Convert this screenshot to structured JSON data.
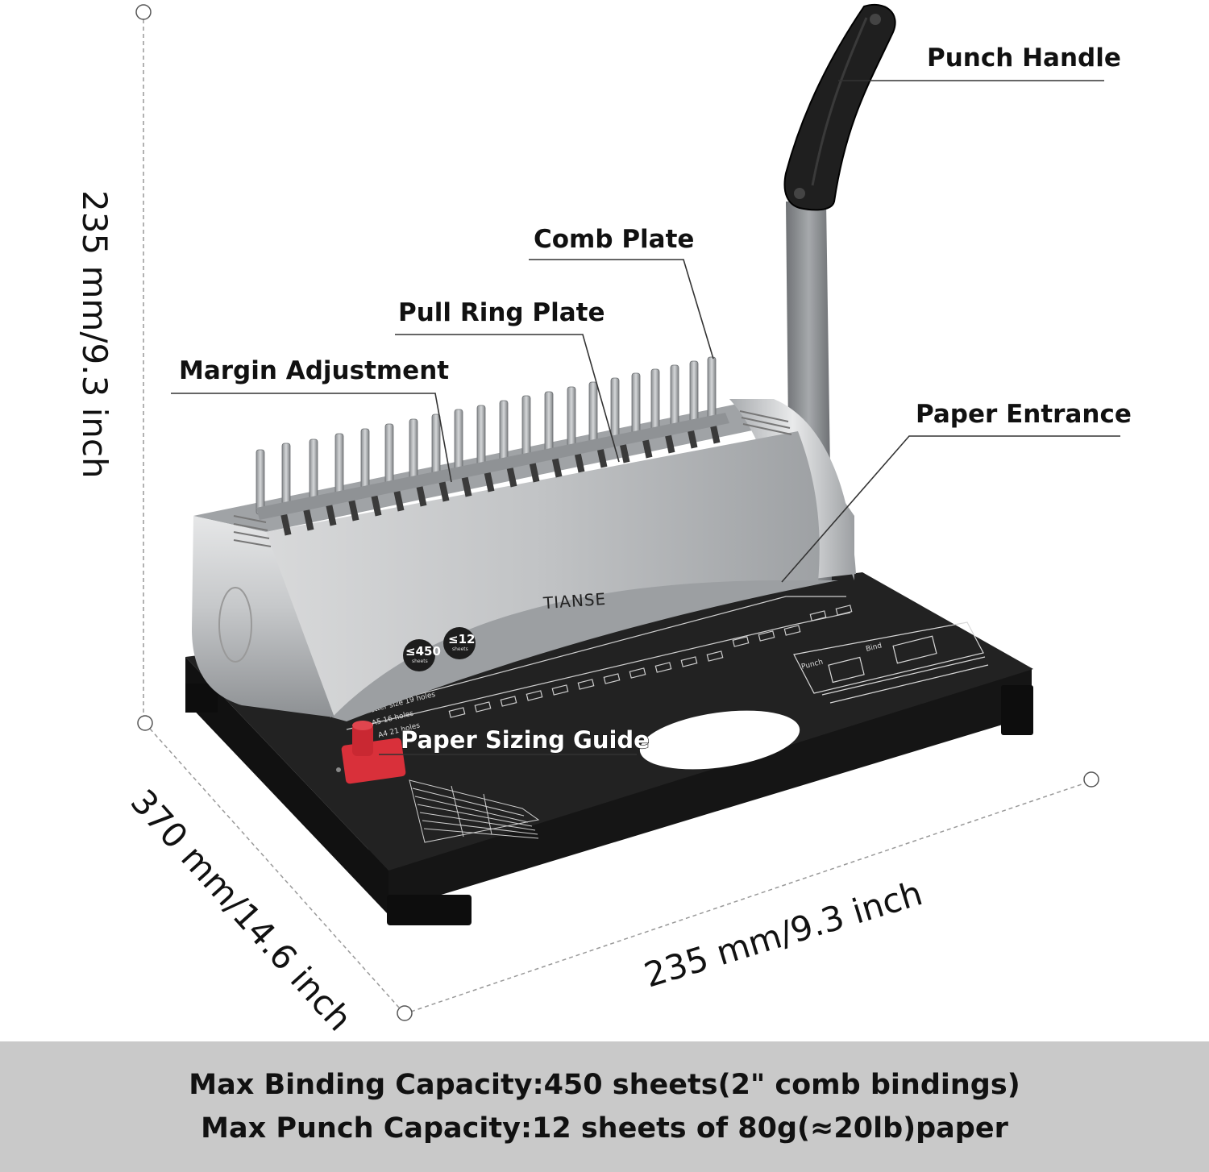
{
  "callouts": {
    "punch_handle": "Punch Handle",
    "comb_plate": "Comb Plate",
    "pull_ring_plate": "Pull Ring Plate",
    "margin_adjustment": "Margin Adjustment",
    "paper_entrance": "Paper Entrance",
    "paper_sizing_guide": "Paper Sizing Guide"
  },
  "dimensions": {
    "height": "235 mm/9.3 inch",
    "depth": "370 mm/14.6 inch",
    "width": "235 mm/9.3 inch"
  },
  "product": {
    "brand": "TIANSE",
    "badge_binding_value": "≤450",
    "badge_punch_value": "≤12",
    "badge_binding_caption": "sheets",
    "badge_punch_caption": "sheets",
    "base_label_letter": "Letter size 19 holes",
    "base_label_a5": "A5 16 holes",
    "base_label_a4": "A4 21 holes",
    "step_punch": "Punch",
    "step_bind": "Bind"
  },
  "footer": {
    "line1": "Max Binding Capacity:450 sheets(2\" comb bindings)",
    "line2": "Max Punch Capacity:12 sheets of 80g(≈20lb)paper"
  },
  "colors": {
    "body_silver": "#b9bbbe",
    "base_black": "#1c1c1c",
    "margin_knob_red": "#d9303a",
    "footer_band": "#c9c9c9"
  }
}
